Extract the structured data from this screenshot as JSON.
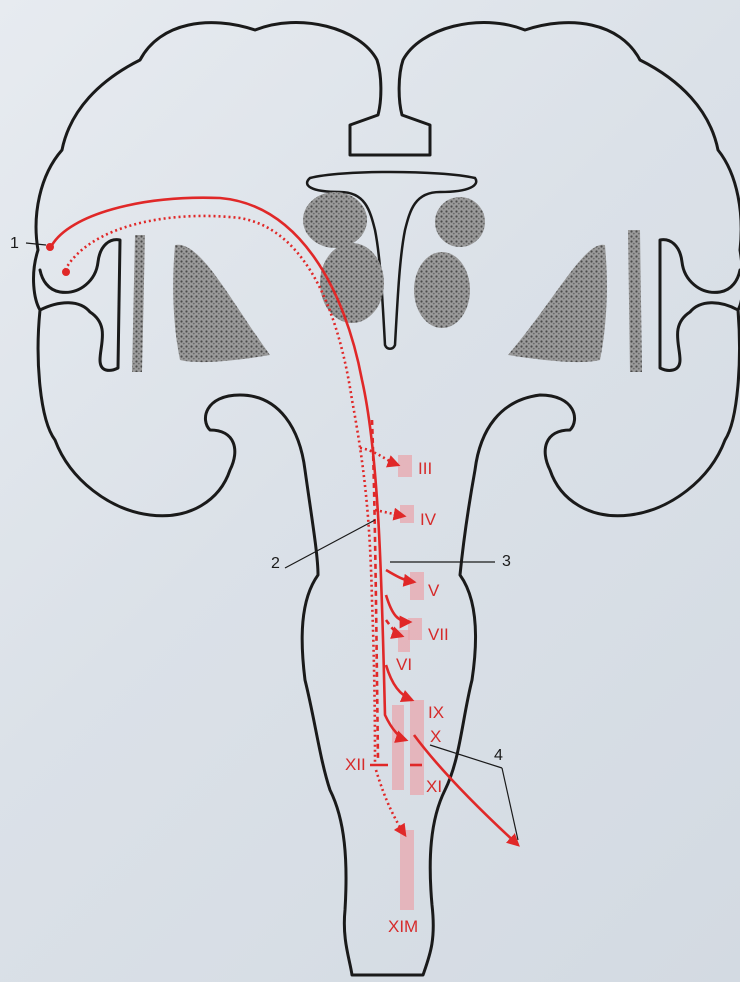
{
  "callouts": [
    "1",
    "2",
    "3",
    "4"
  ],
  "nuclei_labels": {
    "III": "III",
    "IV": "IV",
    "V": "V",
    "VII": "VII",
    "VI": "VI",
    "IX": "IX",
    "X": "X",
    "XI": "XI",
    "XII": "XII",
    "XIM": "XIM"
  },
  "colors": {
    "tract": "#e02828",
    "outline": "#1a1a1a",
    "nucleus": "#e8a7ad",
    "background": "#dde3ea"
  }
}
